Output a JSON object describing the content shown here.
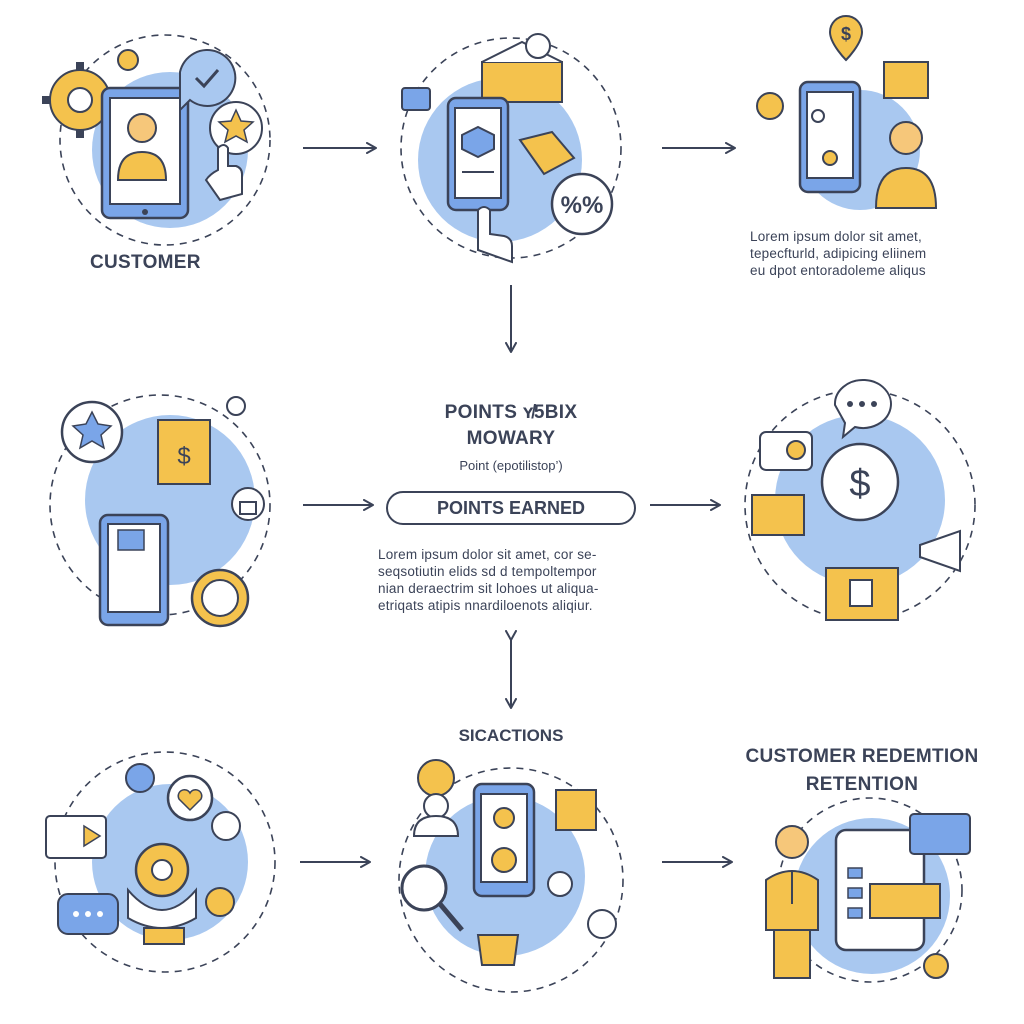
{
  "labels": {
    "customer": "CUSTOMER",
    "points_title_1": "POINTS ʏ̸5BIX",
    "points_title_2": "MOWARY",
    "points_subtitle": "Point (epotilistop’)",
    "points_earned": "POINTS EARNED",
    "sicactions": "SICACTIONS",
    "customer_redemption_1": "CUSTOMER REDEMTION",
    "customer_redemption_2": "RETENTION"
  },
  "texts": {
    "top_right": [
      "Lorem ipsum dolor sit amet,",
      "tepecfturld, adipicing eliinem",
      "eu dpot entoradoleme aliqus"
    ],
    "center": [
      "Lorem ipsum dolor sit amet, cor se-",
      "seqsotiutin elids sd d tempoltempor",
      "nian deraectrim sit lohoes ut aliqua-",
      "etriqats atipis nnardiloenots aliqiur."
    ]
  },
  "colors": {
    "outline": "#3b4358",
    "blue_fill": "#a9c8f0",
    "blue_mid": "#7aa5e8",
    "yellow": "#f4c24d",
    "skin": "#f6c77a"
  },
  "icons": [
    "gear-icon",
    "tablet-icon",
    "user-icon",
    "check-icon",
    "star-icon",
    "hand-pointer-icon",
    "gift-box-icon",
    "smartphone-icon",
    "percent-icon",
    "location-pin-icon",
    "dollar-icon",
    "chat-bubble-icon",
    "shopping-bag-icon",
    "lock-icon",
    "money-bag-icon",
    "megaphone-icon",
    "heart-icon",
    "magnifier-icon",
    "person-icon"
  ]
}
